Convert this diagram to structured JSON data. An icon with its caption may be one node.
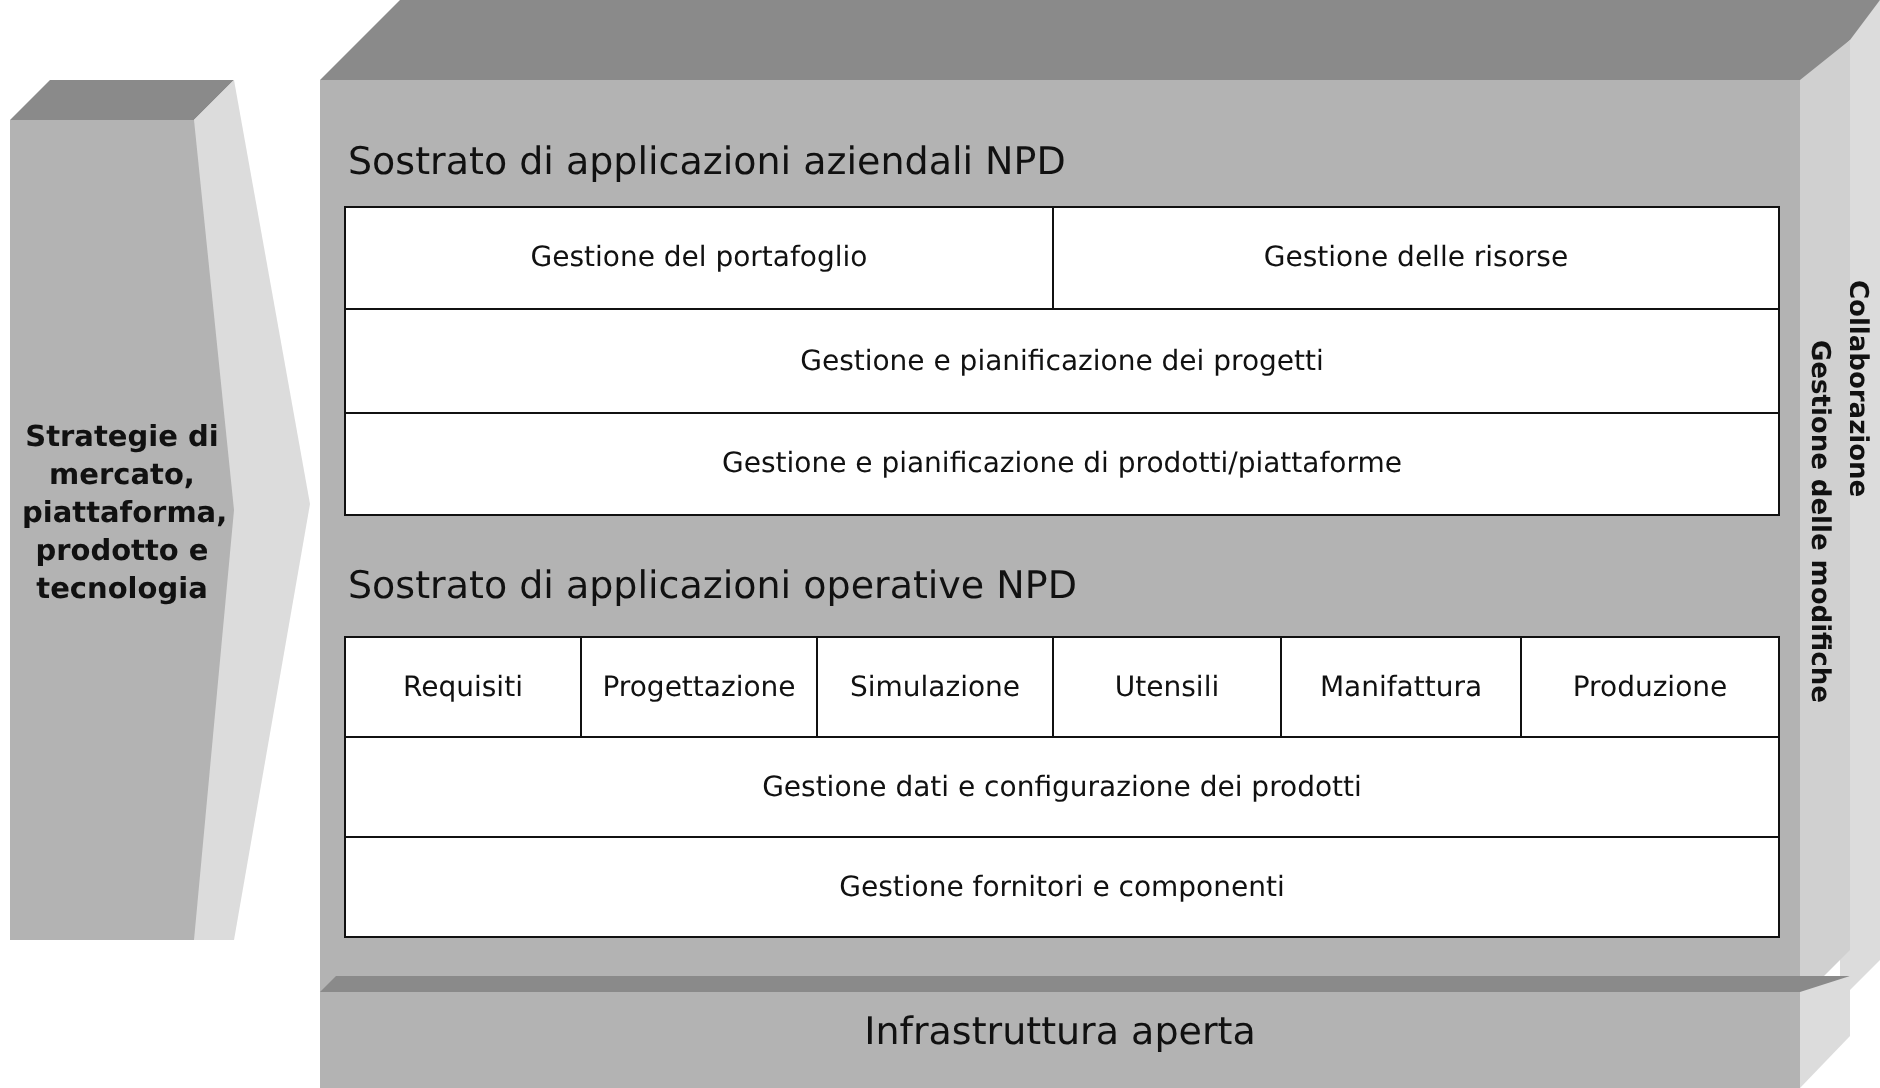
{
  "diagram": {
    "nodes": [
      {
        "text": [
          "Strategie di mercato, piattaforma, prodotto e tecnologia"
        ]
      },
      {
        "text": [
          "Collaborazione"
        ]
      },
      {
        "text": [
          "Gestione delle modifiche"
        ]
      },
      {
        "text": [
          "Sostrato di applicazioni aziendali NPD"
        ],
        "in": 2
      },
      {
        "text": [
          "Gestione del portafoglio"
        ],
        "in": 3
      },
      {
        "text": [
          "Gestione delle risorse"
        ],
        "in": 3
      },
      {
        "text": [
          "Gestione e pianificazione dei progetti"
        ],
        "in": 3
      },
      {
        "text": [
          "Gestione e pianificazione di prodotti/piattaforme"
        ],
        "in": 3
      },
      {
        "text": [
          "Sostrato di applicazioni operative NPD"
        ],
        "in": 2
      },
      {
        "text": [
          "Requisiti"
        ],
        "in": 8
      },
      {
        "text": [
          "Progettazione"
        ],
        "in": 8
      },
      {
        "text": [
          "Simulazione"
        ],
        "in": 8
      },
      {
        "text": [
          "Utensili"
        ],
        "in": 8
      },
      {
        "text": [
          "Manifattura"
        ],
        "in": 8
      },
      {
        "text": [
          "Produzione"
        ],
        "in": 8
      },
      {
        "text": [
          "Gestione dati e configurazione dei prodotti"
        ],
        "in": 8
      },
      {
        "text": [
          "Gestione fornitori e componenti"
        ],
        "in": 8
      },
      {
        "text": [
          "Infrastruttura aperta"
        ]
      }
    ],
    "edges": []
  }
}
